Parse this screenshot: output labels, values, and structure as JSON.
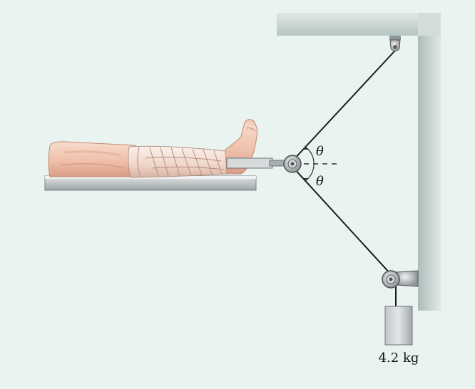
{
  "labels": {
    "theta_upper": "θ",
    "theta_lower": "θ",
    "mass": "4.2 kg"
  },
  "colors": {
    "background": "#e9f4f1",
    "wall": "#c9d6d3",
    "wall_shadow": "#9fb0ad",
    "rope": "#1a1a1a",
    "skin": "#f3c9b6",
    "bandage": "#f2e4dc",
    "metal": "#b9bdbf",
    "table": "#c6cacc"
  }
}
